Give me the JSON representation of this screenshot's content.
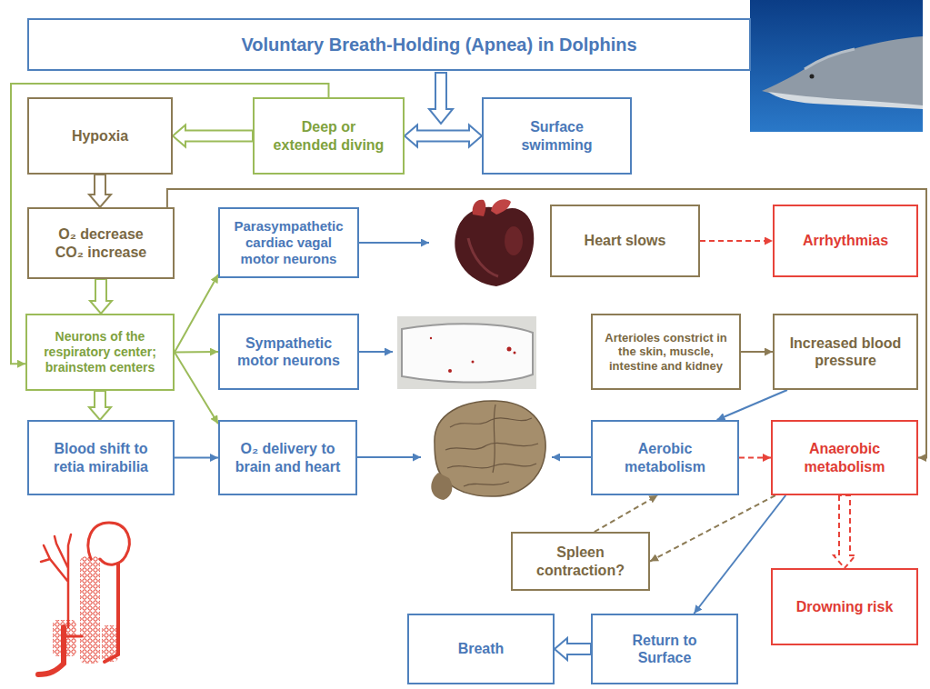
{
  "diagram": {
    "nodes": [
      {
        "text": [
          "Voluntary Breath-Holding (Apnea) in Dolphins"
        ]
      },
      {
        "text": [
          "Hypoxia"
        ]
      },
      {
        "text": [
          "Deep or extended diving"
        ]
      },
      {
        "text": [
          "Surface swimming"
        ]
      },
      {
        "text": [
          "O₂ decrease CO₂ increase"
        ]
      },
      {
        "text": [
          "Parasympathetic cardiac vagal motor neurons"
        ]
      },
      {
        "text": [
          "Heart slows"
        ]
      },
      {
        "text": [
          "Arrhythmias"
        ]
      },
      {
        "text": [
          "Neurons of the respiratory center; brainstem centers"
        ]
      },
      {
        "text": [
          "Sympathetic motor neurons"
        ]
      },
      {
        "text": [
          "Arterioles constrict in the skin, muscle, intestine and kidney"
        ]
      },
      {
        "text": [
          "Increased blood pressure"
        ]
      },
      {
        "text": [
          "Blood shift to retia mirabilia"
        ]
      },
      {
        "text": [
          "O₂ delivery to brain and heart"
        ]
      },
      {
        "text": [
          "Aerobic metabolism"
        ]
      },
      {
        "text": [
          "Anaerobic metabolism"
        ]
      },
      {
        "text": [
          "Spleen contraction?"
        ]
      },
      {
        "text": [
          "Drowning risk"
        ]
      },
      {
        "text": [
          "Breath"
        ]
      },
      {
        "text": [
          "Return to Surface"
        ]
      }
    ],
    "edges": [
      {
        "from": 2,
        "to": 3,
        "arrow": "both"
      },
      {
        "from": 2,
        "to": 1,
        "arrow": "to"
      },
      {
        "from": 2,
        "to": 8,
        "arrow": "to"
      },
      {
        "from": 1,
        "to": 4,
        "arrow": "to"
      },
      {
        "from": 4,
        "to": 8,
        "arrow": "to"
      },
      {
        "from": 4,
        "to": 15,
        "arrow": "to"
      },
      {
        "from": 8,
        "to": 5,
        "arrow": "to"
      },
      {
        "from": 8,
        "to": 9,
        "arrow": "to"
      },
      {
        "from": 8,
        "to": 13,
        "arrow": "to"
      },
      {
        "from": 8,
        "to": 12,
        "arrow": "to"
      },
      {
        "from": 6,
        "to": 7,
        "arrow": "to"
      },
      {
        "from": 10,
        "to": 11,
        "arrow": "to"
      },
      {
        "from": 11,
        "to": 14,
        "arrow": "to"
      },
      {
        "from": 12,
        "to": 13,
        "arrow": "to"
      },
      {
        "from": 14,
        "to": 15,
        "arrow": "to"
      },
      {
        "from": 16,
        "to": 14,
        "arrow": "to"
      },
      {
        "from": 15,
        "to": 16,
        "arrow": "to"
      },
      {
        "from": 15,
        "to": 17,
        "arrow": "to"
      },
      {
        "from": 15,
        "to": 19,
        "arrow": "to"
      },
      {
        "from": 19,
        "to": 18,
        "arrow": "to"
      }
    ]
  }
}
